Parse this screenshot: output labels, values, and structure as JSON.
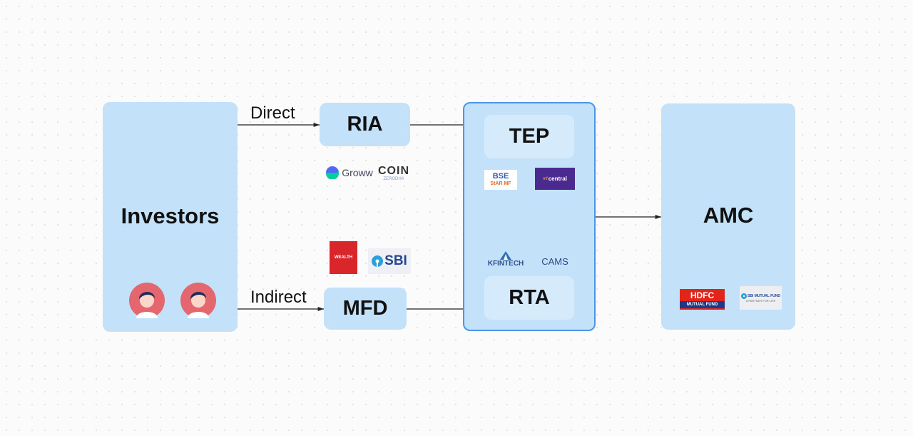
{
  "nodes": {
    "investors": "Investors",
    "ria": "RIA",
    "mfd": "MFD",
    "tep": "TEP",
    "rta": "RTA",
    "amc": "AMC"
  },
  "edges": {
    "direct": "Direct",
    "indirect": "Indirect"
  },
  "logos": {
    "groww": "Groww",
    "coin": "COIN",
    "coin_sub": "ZERODHA",
    "wealth": "WEALTH",
    "sbi": "SBI",
    "bse": "BSE",
    "bse_sub": "StAR MF",
    "mfcentral_top": "mf",
    "mfcentral": "central",
    "kfintech": "KFINTECH",
    "cams": "CAMS",
    "hdfc": "HDFC",
    "hdfc_sub": "MUTUAL FUND",
    "sbimf": "SBI MUTUAL FUND",
    "sbimf_sub": "A PARTNER FOR LIFE"
  },
  "colors": {
    "node_fill": "#c3e2f9",
    "group_border": "#4a97e8",
    "wealth_red": "#d9262b",
    "sbi_blue": "#24468f",
    "mfcentral_purple": "#4b2a8f",
    "hdfc_red": "#e1251b",
    "hdfc_navy": "#1b3a8c",
    "avatar_bg": "#e4676f"
  },
  "icons": [
    "groww-icon",
    "sbi-icon",
    "kfintech-icon",
    "sbimf-icon",
    "avatar-icon"
  ]
}
